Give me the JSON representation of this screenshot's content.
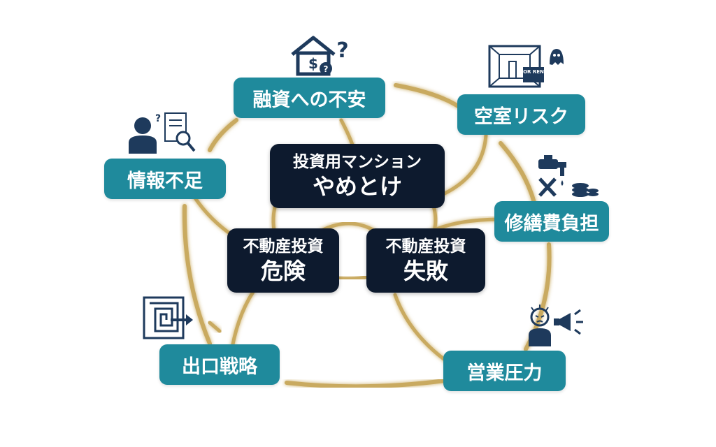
{
  "center": {
    "top": {
      "line1": "投資用マンション",
      "line2": "やめとけ"
    },
    "left": {
      "line1": "不動産投資",
      "line2": "危険"
    },
    "right": {
      "line1": "不動産投資",
      "line2": "失敗"
    }
  },
  "risks": [
    {
      "label": "融資への不安",
      "icon": "house-money-question-icon"
    },
    {
      "label": "空室リスク",
      "icon": "vacant-room-ghost-icon"
    },
    {
      "label": "修繕費負担",
      "icon": "faucet-tools-coins-icon"
    },
    {
      "label": "営業圧力",
      "icon": "megaphone-person-icon"
    },
    {
      "label": "出口戦略",
      "icon": "maze-exit-icon"
    },
    {
      "label": "情報不足",
      "icon": "confused-person-document-icon"
    }
  ],
  "icon_text": {
    "for_rent": "FOR RENT"
  },
  "colors": {
    "teal": "#1f8a9c",
    "navy": "#0d1a2e",
    "gold": "#c9aa61",
    "icon": "#1e3a5c"
  }
}
